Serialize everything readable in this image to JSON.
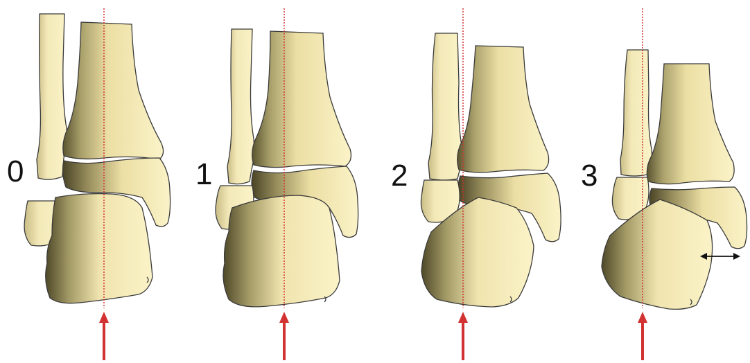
{
  "panels": [
    {
      "label": "0"
    },
    {
      "label": "1"
    },
    {
      "label": "2"
    },
    {
      "label": "3"
    }
  ],
  "colors": {
    "bone_light": "#fbf3c8",
    "bone_mid": "#ecdfa4",
    "bone_dark": "#5a5430",
    "outline": "#3a3a3a",
    "axis_line": "#d23232",
    "arrow": "#d23232",
    "widening_arrow": "#111111"
  },
  "icons": {
    "axis_arrow": "up-arrow",
    "widening_indicator": "double-headed-arrow"
  }
}
